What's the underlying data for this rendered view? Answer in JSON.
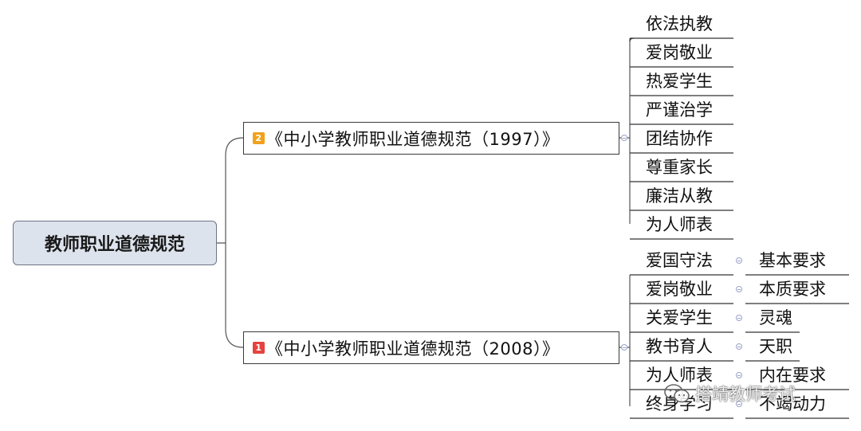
{
  "root": {
    "label": "教师职业道德规范"
  },
  "branch_1997": {
    "badge": "2",
    "badge_color": "#f0a21b",
    "label": "《中小学教师职业道德规范（1997）》",
    "items": [
      "依法执教",
      "爱岗敬业",
      "热爱学生",
      "严谨治学",
      "团结协作",
      "尊重家长",
      "廉洁从教",
      "为人师表"
    ]
  },
  "branch_2008": {
    "badge": "1",
    "badge_color": "#e5433e",
    "label": "《中小学教师职业道德规范（2008）》",
    "items": [
      {
        "label": "爱国守法",
        "note": "基本要求"
      },
      {
        "label": "爱岗敬业",
        "note": "本质要求"
      },
      {
        "label": "关爱学生",
        "note": "灵魂"
      },
      {
        "label": "教书育人",
        "note": "天职"
      },
      {
        "label": "为人师表",
        "note": "内在要求"
      },
      {
        "label": "终身学习",
        "note": "不竭动力"
      }
    ]
  },
  "watermark": {
    "text": "搭靖教师考试",
    "icon": "wechat-icon"
  },
  "colors": {
    "root_fill": "#dde3ed",
    "connector": "#555555"
  }
}
